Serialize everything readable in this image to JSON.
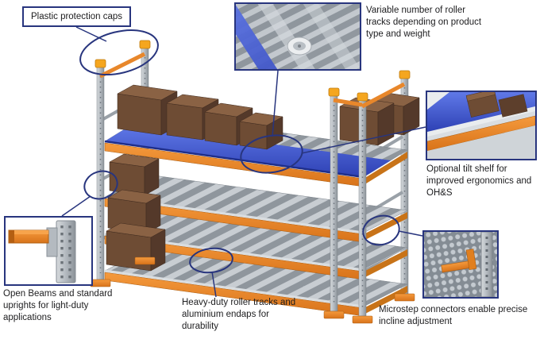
{
  "colors": {
    "annotation": "#28357e",
    "frame_orange": "#e8872b",
    "upright_steel": "#b3b9bf",
    "tilt_shelf_blue": "#3c50c4",
    "carton_brown": "#6e4c34",
    "background": "#ffffff"
  },
  "callouts": {
    "plastic_caps": "Plastic protection caps",
    "roller_tracks": "Variable number of roller tracks depending on product type and weight",
    "tilt_shelf": "Optional tilt shelf for improved ergonomics and OH&S",
    "open_beams": "Open Beams and standard uprights for light-duty applications",
    "heavy_duty": "Heavy-duty roller tracks and aluminium endaps for durability",
    "microstep": "Microstep connectors enable precise incline adjustment"
  }
}
